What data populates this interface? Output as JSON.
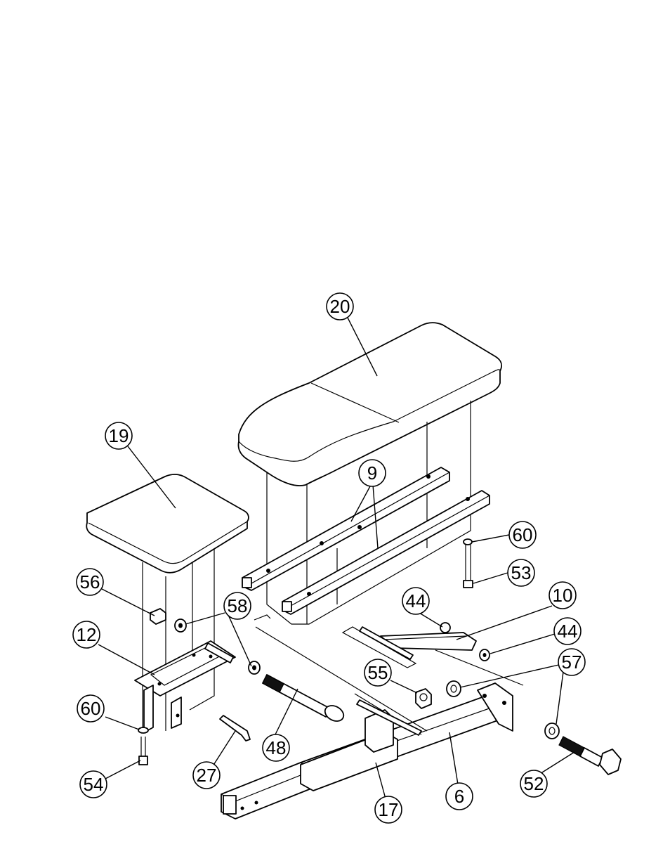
{
  "callouts": [
    {
      "id": "c20",
      "label": "20"
    },
    {
      "id": "c19",
      "label": "19"
    },
    {
      "id": "c9",
      "label": "9"
    },
    {
      "id": "c60a",
      "label": "60"
    },
    {
      "id": "c53",
      "label": "53"
    },
    {
      "id": "c10",
      "label": "10"
    },
    {
      "id": "c56",
      "label": "56"
    },
    {
      "id": "c44a",
      "label": "44"
    },
    {
      "id": "c58",
      "label": "58"
    },
    {
      "id": "c44b",
      "label": "44"
    },
    {
      "id": "c12",
      "label": "12"
    },
    {
      "id": "c57",
      "label": "57"
    },
    {
      "id": "c55",
      "label": "55"
    },
    {
      "id": "c60b",
      "label": "60"
    },
    {
      "id": "c48",
      "label": "48"
    },
    {
      "id": "c27",
      "label": "27"
    },
    {
      "id": "c54",
      "label": "54"
    },
    {
      "id": "c52",
      "label": "52"
    },
    {
      "id": "c6",
      "label": "6"
    },
    {
      "id": "c17",
      "label": "17"
    }
  ]
}
